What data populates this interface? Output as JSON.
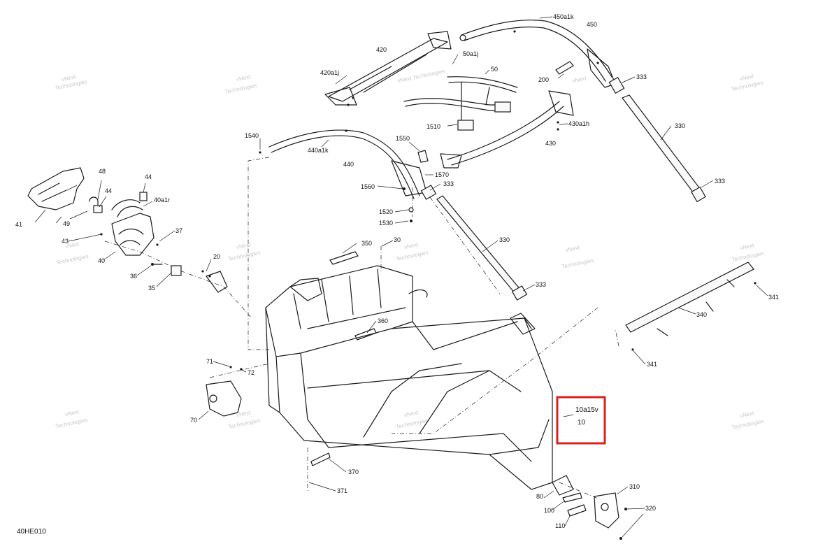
{
  "diagram_id": "40HE010",
  "watermark_line1": "vNext",
  "watermark_line2": "Technologies",
  "watermark_full": "vNext Technologies",
  "highlight_color": "#d9221c",
  "labels": {
    "l450a1k": "450a1k",
    "l450": "450",
    "l420": "420",
    "l50a1j": "50a1j",
    "l420a1j": "420a1j",
    "l50": "50",
    "l200": "200",
    "l333a": "333",
    "l1510": "1510",
    "l430a1h": "430a1h",
    "l330a": "330",
    "l1540": "1540",
    "l440a1k": "440a1k",
    "l1550": "1550",
    "l430": "430",
    "l440": "440",
    "l1570": "1570",
    "l48": "48",
    "l44a": "44",
    "l44b": "44",
    "l40a1r": "40a1r",
    "l1560": "1560",
    "l333b": "333",
    "l333c": "333",
    "l41": "41",
    "l49": "49",
    "l1520": "1520",
    "l1530": "1530",
    "l37": "37",
    "l43": "43",
    "l350": "350",
    "l30": "30",
    "l330b": "330",
    "l40": "40",
    "l20": "20",
    "l36": "36",
    "l35": "35",
    "l333d": "333",
    "l341a": "341",
    "l360": "360",
    "l340": "340",
    "l71": "71",
    "l72": "72",
    "l341b": "341",
    "l70": "70",
    "l10a15v": "10a15v",
    "l10": "10",
    "l370": "370",
    "l371": "371",
    "l310": "310",
    "l80": "80",
    "l100": "100",
    "l320": "320",
    "l110": "110"
  }
}
